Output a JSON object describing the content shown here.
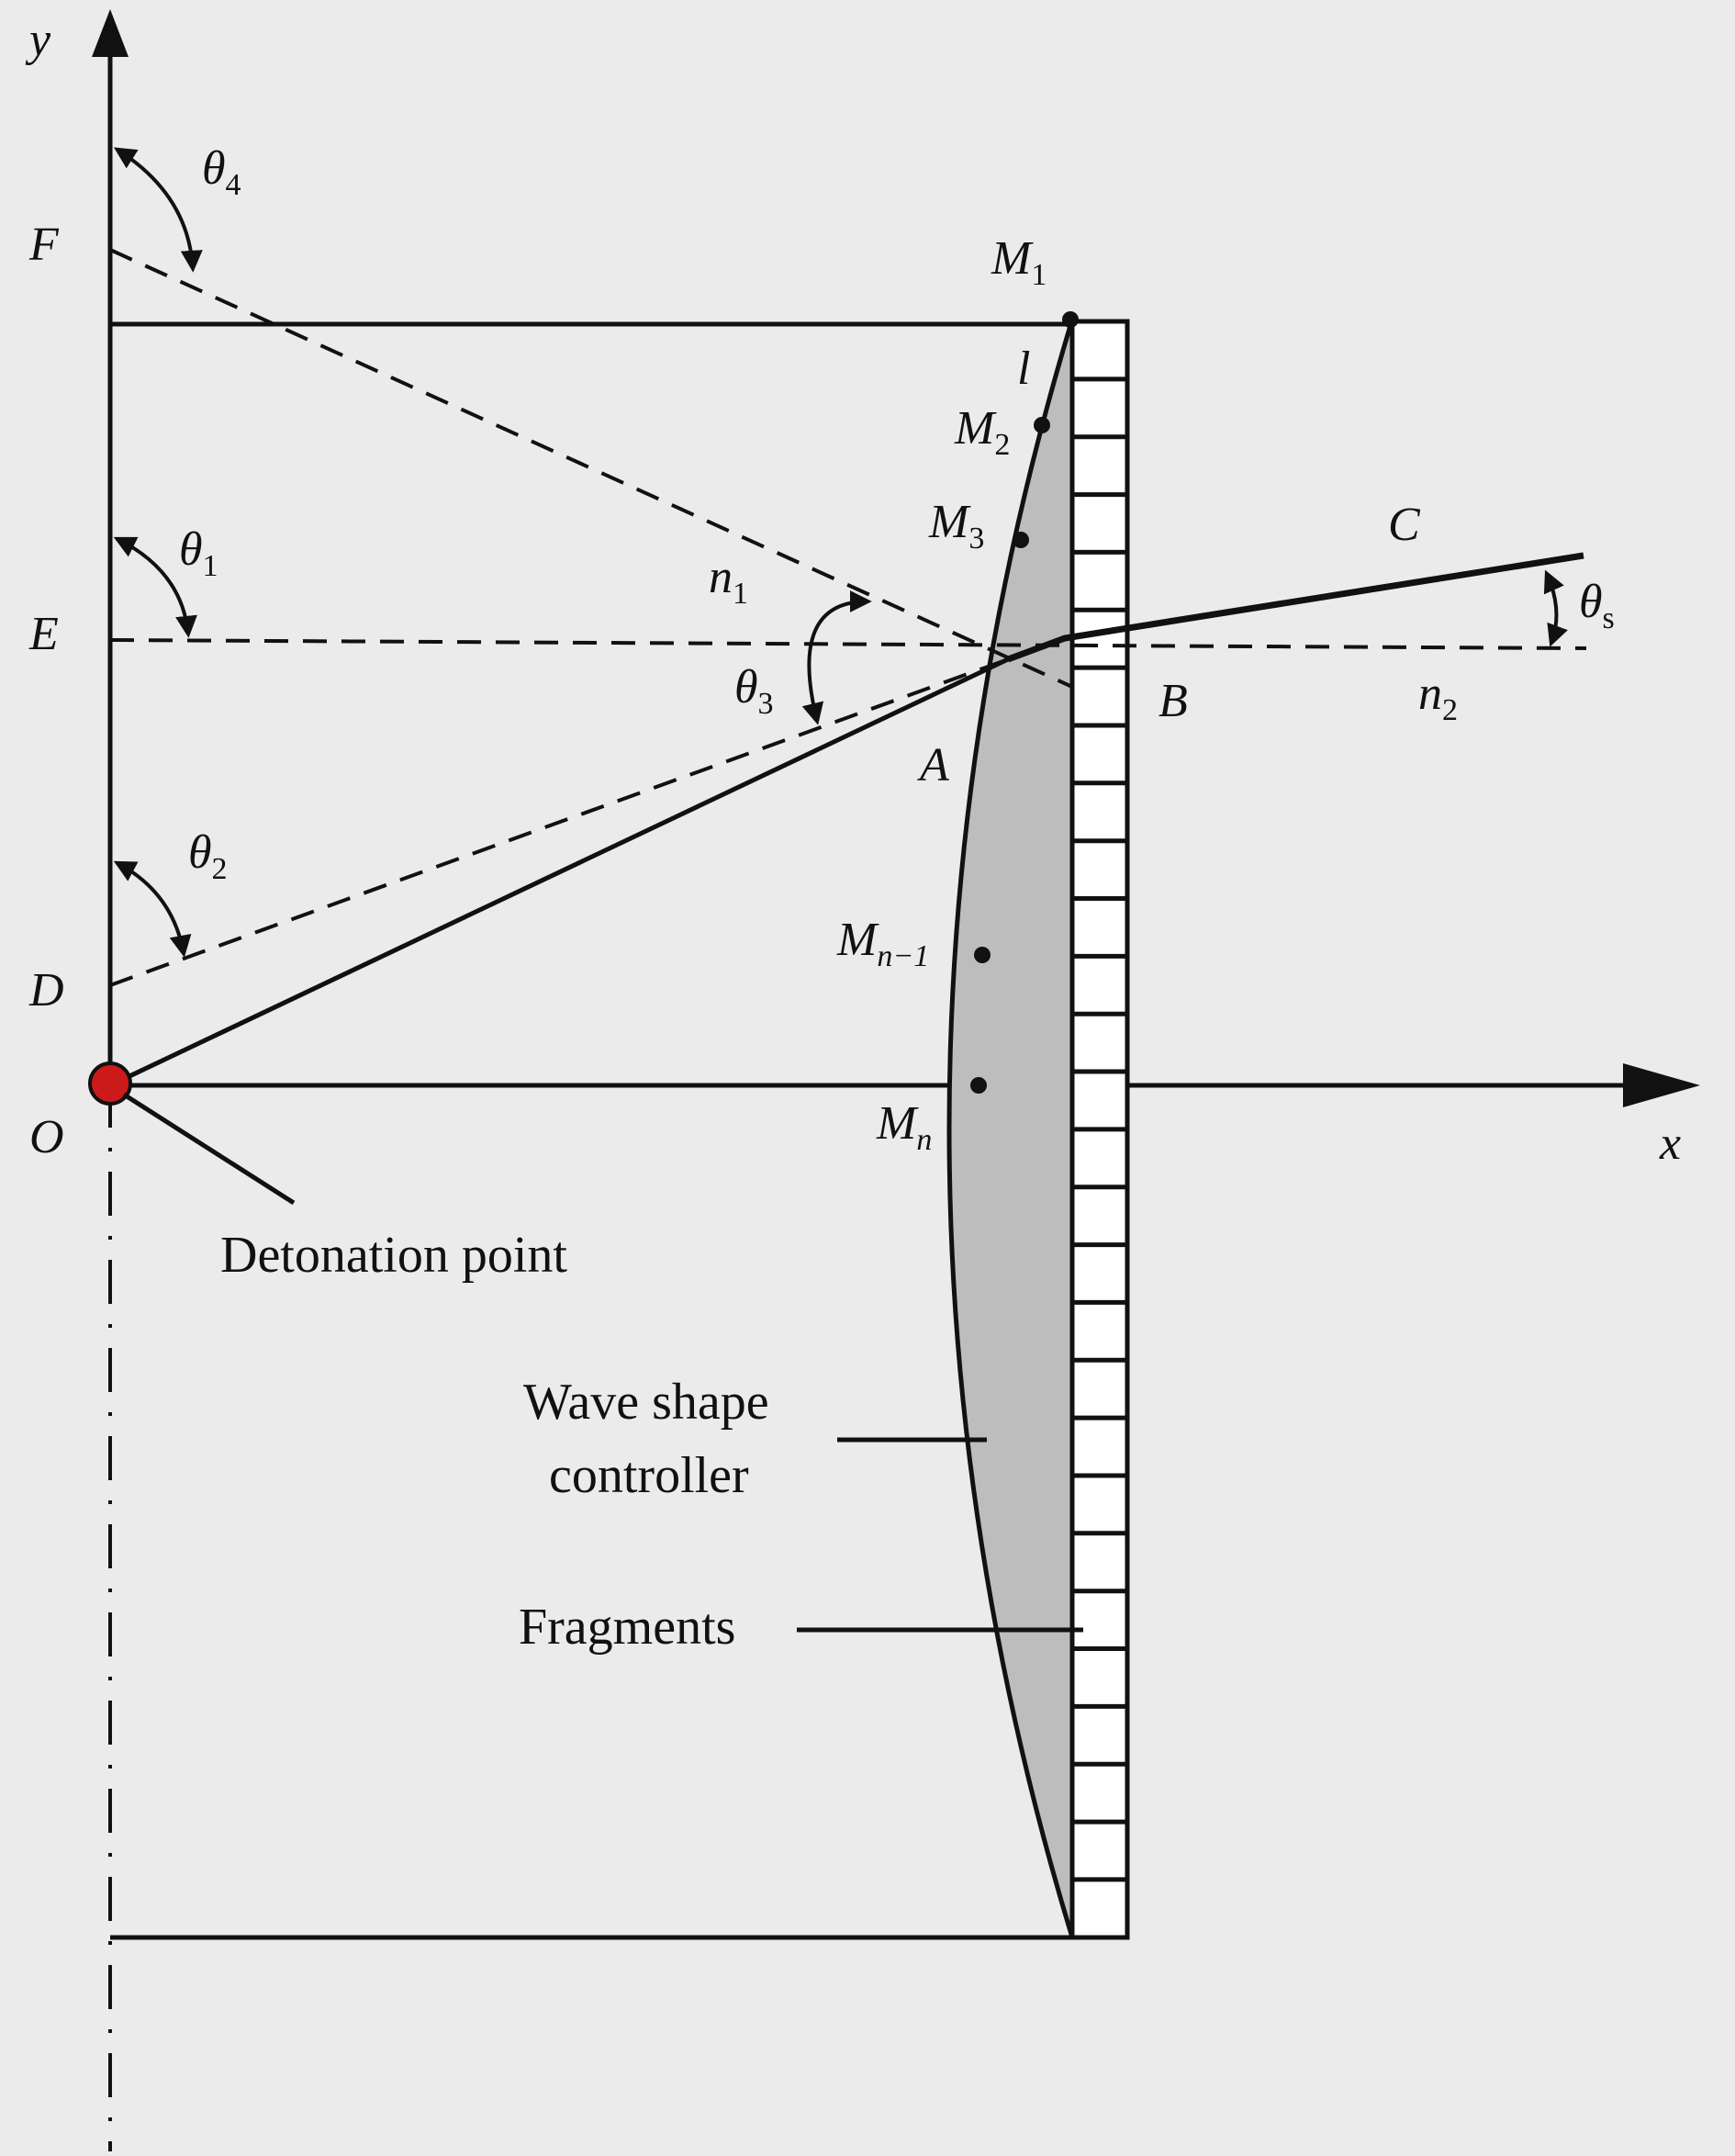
{
  "labels": {
    "axis_y": "y",
    "axis_x": "x",
    "origin": "O",
    "point_F": "F",
    "point_E": "E",
    "point_D": "D",
    "point_A": "A",
    "point_B": "B",
    "point_C": "C",
    "M1": {
      "base": "M",
      "sub": "1"
    },
    "M2": {
      "base": "M",
      "sub": "2"
    },
    "M3": {
      "base": "M",
      "sub": "3"
    },
    "Mn1": {
      "base": "M",
      "sub": "n−1"
    },
    "Mn": {
      "base": "M",
      "sub": "n"
    },
    "l": "l",
    "n1": {
      "base": "n",
      "sub": "1"
    },
    "n2": {
      "base": "n",
      "sub": "2"
    },
    "theta1": {
      "base": "θ",
      "sub": "1"
    },
    "theta2": {
      "base": "θ",
      "sub": "2"
    },
    "theta3": {
      "base": "θ",
      "sub": "3"
    },
    "theta4": {
      "base": "θ",
      "sub": "4"
    },
    "thetas": {
      "base": "θ",
      "sub": "s"
    }
  },
  "callouts": {
    "detonation_point": "Detonation point",
    "wave_shape_controller_line1": "Wave shape",
    "wave_shape_controller_line2": "controller",
    "fragments": "Fragments"
  },
  "colors": {
    "line": "#111111",
    "controller_fill": "#bdbdbd",
    "fragment_fill": "#ffffff",
    "detonation_fill": "#cc1a1a",
    "background": "#ebebeb"
  }
}
